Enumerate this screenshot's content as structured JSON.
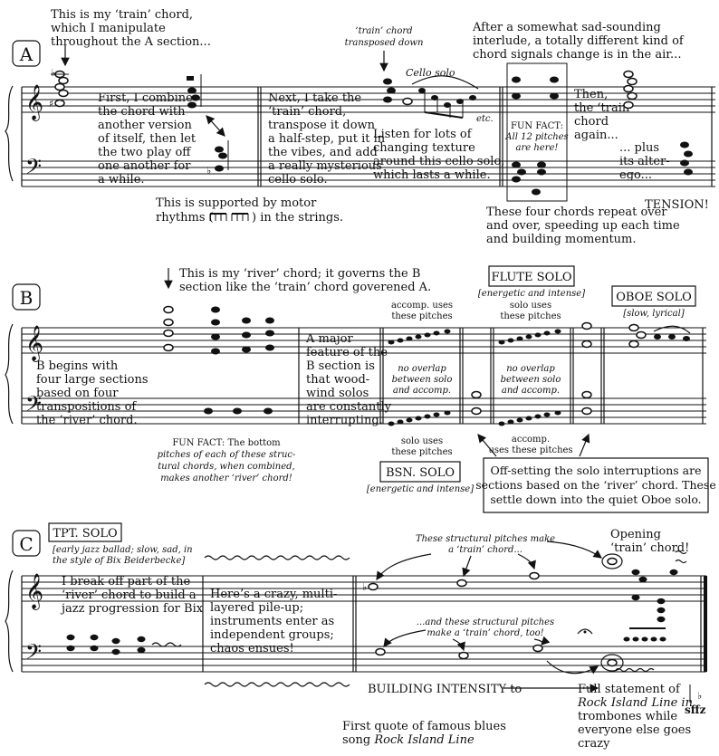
{
  "sections": {
    "A": {
      "label": "A",
      "intro": [
        "This is my ‘train’ chord,",
        "which I manipulate",
        "throughout the A section..."
      ],
      "combine": [
        "First, I combine",
        "the chord with",
        "another version",
        "of itself, then let",
        "the two play off",
        "one another for",
        "a while."
      ],
      "transposed_label": [
        "‘train’ chord",
        "transposed down"
      ],
      "cello_label": "Cello solo",
      "next": [
        "Next, I take the",
        "‘train’ chord,",
        "transpose it down",
        "a half-step, put it in",
        "the vibes, and add",
        "a really mysterious",
        "cello solo."
      ],
      "listen": [
        "Listen for lots of",
        "changing texture",
        "around this cello solo,",
        "which lasts a while."
      ],
      "etc": "etc.",
      "interlude": [
        "After a somewhat sad-sounding",
        "interlude, a totally different kind of",
        "chord signals change is in the air..."
      ],
      "funfact": [
        "FUN FACT:",
        "All 12 pitches",
        "are here!"
      ],
      "then": [
        "Then,",
        "the ‘train’",
        "chord",
        "again..."
      ],
      "plus": [
        "... plus",
        "its alter-",
        "ego..."
      ],
      "tension": "TENSION!",
      "motor": [
        "This is supported by motor",
        "rhythms (",
        ") in the strings."
      ],
      "four_chords": [
        "These four chords repeat over",
        "and over, speeding up each time",
        "and building momentum."
      ]
    },
    "B": {
      "label": "B",
      "river": [
        "This is my ‘river’ chord; it governs the B",
        "section like the ‘train’ chord goverened A."
      ],
      "begins": [
        "B begins with",
        "four large sections",
        "based on four",
        "transpositions of",
        "the ‘river’ chord."
      ],
      "major": [
        "A major",
        "feature of the",
        "B section is",
        "that wood-",
        "wind solos",
        "are constantly",
        "interrupting."
      ],
      "flute_solo": "FLUTE SOLO",
      "flute_desc": "[energetic and intense]",
      "oboe_solo": "OBOE SOLO",
      "oboe_desc": "[slow, lyrical]",
      "accomp_top": [
        "accomp. uses",
        "these pitches"
      ],
      "solo_top": [
        "solo uses",
        "these pitches"
      ],
      "no_overlap": [
        "no overlap",
        "between solo",
        "and accomp."
      ],
      "solo_bottom": [
        "solo uses",
        "these pitches"
      ],
      "accomp_bottom": [
        "accomp.",
        "uses these pitches"
      ],
      "bsn_solo": "BSN. SOLO",
      "bsn_desc": "[energetic and intense]",
      "funfact": [
        "FUN FACT: The bottom",
        "pitches of each of these struc-",
        "tural chords, when combined,",
        "makes another ‘river’ chord!"
      ],
      "offsetting": [
        "Off-setting the solo interruptions are",
        "sections based on the ‘river’ chord. These",
        "settle down into the quiet Oboe solo."
      ]
    },
    "C": {
      "label": "C",
      "tpt_solo": "TPT. SOLO",
      "tpt_desc": [
        "[early jazz ballad; slow, sad, in",
        "the style of Bix Beiderbecke]"
      ],
      "breakoff": [
        "I break off part of the",
        "‘river’ chord to build a",
        "jazz progression for Bix"
      ],
      "crazy": [
        "Here’s a crazy, multi-",
        "layered pile-up;",
        "instruments enter as",
        "independent groups;",
        "chaos ensues!"
      ],
      "structural_top": [
        "These structural pitches make",
        "a ‘train’ chord..."
      ],
      "structural_bottom": [
        "...and these structural pitches",
        "make a ‘train’ chord, too!"
      ],
      "opening": [
        "Opening",
        "‘train’ chord!"
      ],
      "building": "BUILDING INTENSITY to",
      "full": [
        "Full statement of",
        "Rock Island Line in",
        "trombones while",
        "everyone else goes",
        "crazy"
      ],
      "first_quote": [
        "First quote of famous blues",
        "song "
      ],
      "rock_island": "Rock Island Line",
      "sfz": "sffz"
    }
  },
  "icons": [
    "treble-clef-icon",
    "bass-clef-icon",
    "sixteenth-note-rhythm-icon",
    "sharp-icon",
    "flat-icon",
    "arrow-icon",
    "tremolo-icon",
    "fermata-icon"
  ]
}
